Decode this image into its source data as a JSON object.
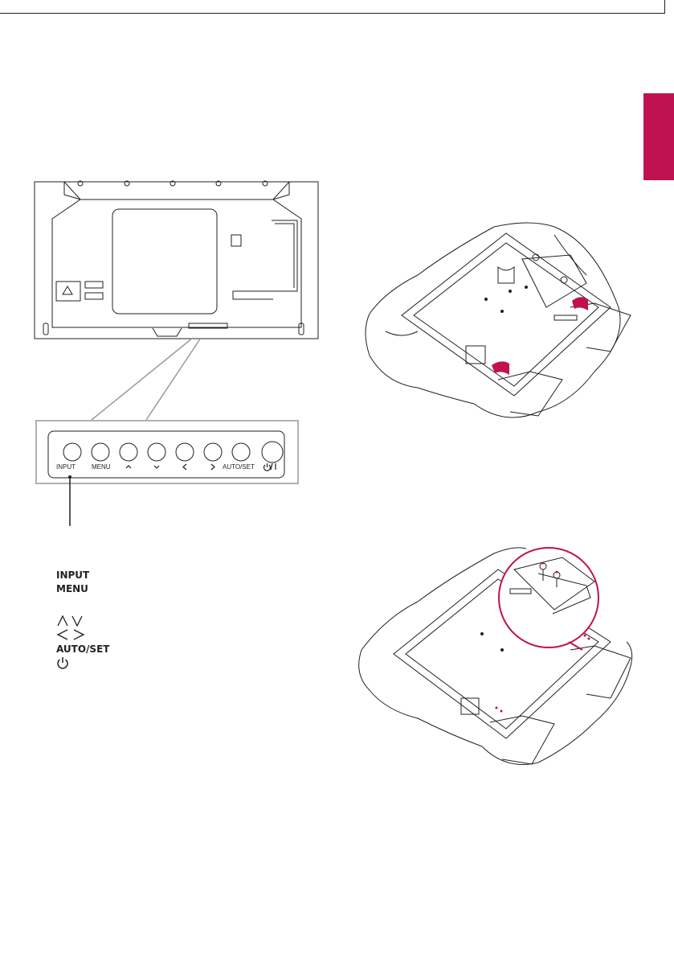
{
  "page": {
    "tab_color": "#c0124f",
    "accent_color": "#c0124f",
    "line_color": "#231f20"
  },
  "panel_buttons": [
    {
      "label": "INPUT"
    },
    {
      "label": "MENU"
    },
    {
      "label": "",
      "icon": "chevron-up-icon"
    },
    {
      "label": "",
      "icon": "chevron-down-icon"
    },
    {
      "label": "",
      "icon": "chevron-left-icon"
    },
    {
      "label": "",
      "icon": "chevron-right-icon"
    },
    {
      "label": "AUTO/SET"
    },
    {
      "label": "",
      "icon": "power-icon"
    }
  ],
  "legend": {
    "input": "INPUT",
    "menu": "MENU",
    "up_down_icons": "up-down-arrows-icon",
    "left_right_icons": "left-right-arrows-icon",
    "auto_set": "AUTO/SET",
    "power_icon": "power-icon"
  }
}
